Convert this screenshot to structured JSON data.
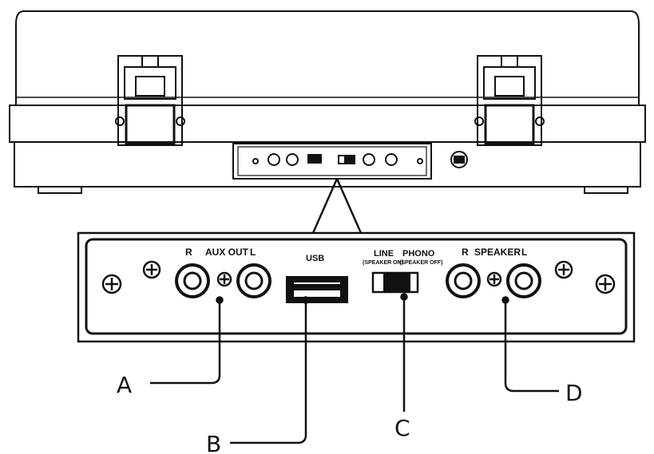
{
  "panel_zoom": {
    "aux_out_r": "R",
    "aux_out_label": "AUX OUT",
    "aux_out_l": "L",
    "usb_label": "USB",
    "line_label": "LINE",
    "line_sub": "(SPEAKER ON)",
    "phono_label": "PHONO",
    "phono_sub": "(SPEAKER OFF)",
    "speaker_r": "R",
    "speaker_label": "SPEAKER",
    "speaker_l": "L"
  },
  "callouts": {
    "a": "A",
    "b": "B",
    "c": "C",
    "d": "D"
  },
  "colors": {
    "line": "#111111",
    "panel_fill": "#ffffff",
    "dark_fill": "#111111"
  }
}
